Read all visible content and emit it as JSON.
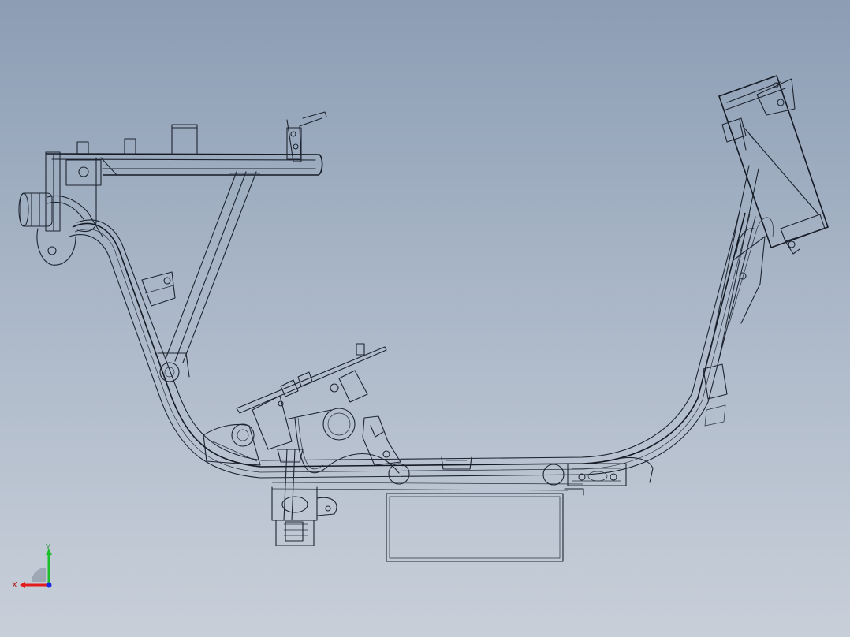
{
  "viewport": {
    "background_top": "#8c9db4",
    "background_bottom": "#c8cfd9",
    "line_color": "#1d2430"
  },
  "triad": {
    "x_label": "X",
    "y_label": "Y",
    "x_color": "#e21b1b",
    "y_color": "#1bbf2a",
    "z_color": "#1b2be2"
  },
  "model": {
    "subject": "scooter-frame-wireframe"
  }
}
